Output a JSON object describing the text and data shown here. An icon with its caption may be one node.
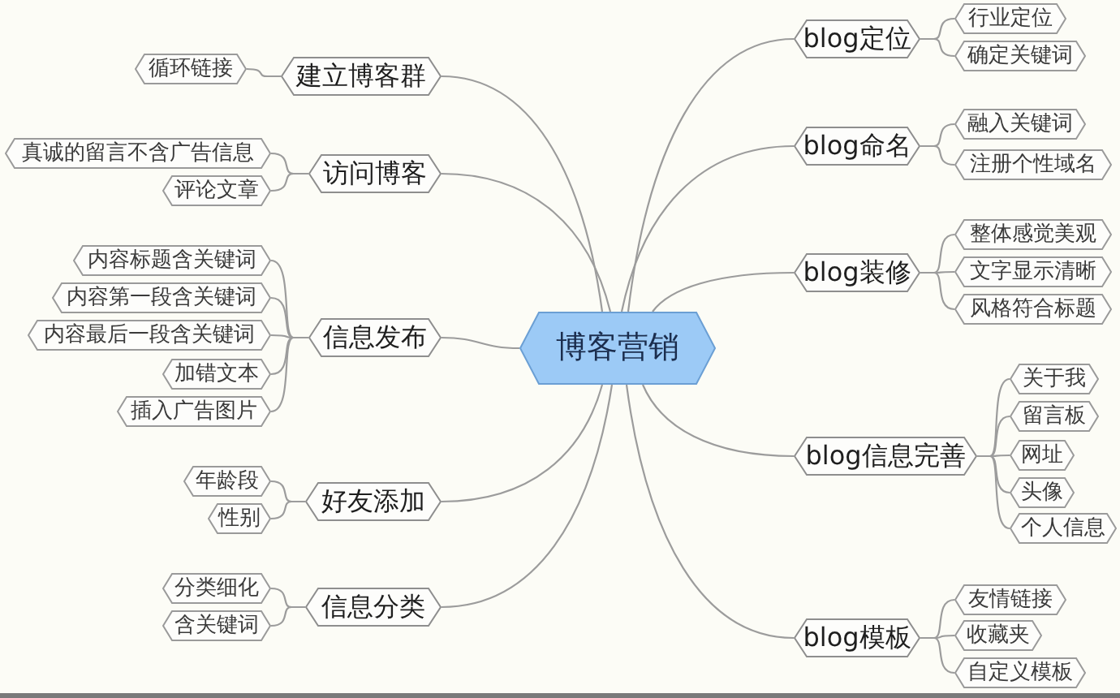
{
  "diagram": {
    "nodes": [
      {
        "text": [
          "博客营销"
        ]
      },
      {
        "text": [
          "blog定位"
        ]
      },
      {
        "text": [
          "行业定位"
        ]
      },
      {
        "text": [
          "确定关键词"
        ]
      },
      {
        "text": [
          "blog命名"
        ]
      },
      {
        "text": [
          "融入关键词"
        ]
      },
      {
        "text": [
          "注册个性域名"
        ]
      },
      {
        "text": [
          "blog装修"
        ]
      },
      {
        "text": [
          "整体感觉美观"
        ]
      },
      {
        "text": [
          "文字显示清晰"
        ]
      },
      {
        "text": [
          "风格符合标题"
        ]
      },
      {
        "text": [
          "blog信息完善"
        ]
      },
      {
        "text": [
          "关于我"
        ]
      },
      {
        "text": [
          "留言板"
        ]
      },
      {
        "text": [
          "网址"
        ]
      },
      {
        "text": [
          "头像"
        ]
      },
      {
        "text": [
          "个人信息"
        ]
      },
      {
        "text": [
          "blog模板"
        ]
      },
      {
        "text": [
          "友情链接"
        ]
      },
      {
        "text": [
          "收藏夹"
        ]
      },
      {
        "text": [
          "自定义模板"
        ]
      },
      {
        "text": [
          "建立博客群"
        ]
      },
      {
        "text": [
          "循环链接"
        ]
      },
      {
        "text": [
          "访问博客"
        ]
      },
      {
        "text": [
          "真诚的留言不含广告信息"
        ]
      },
      {
        "text": [
          "评论文章"
        ]
      },
      {
        "text": [
          "信息发布"
        ]
      },
      {
        "text": [
          "内容标题含关键词"
        ]
      },
      {
        "text": [
          "内容第一段含关键词"
        ]
      },
      {
        "text": [
          "内容最后一段含关键词"
        ]
      },
      {
        "text": [
          "加错文本"
        ]
      },
      {
        "text": [
          "插入广告图片"
        ]
      },
      {
        "text": [
          "好友添加"
        ]
      },
      {
        "text": [
          "年龄段"
        ]
      },
      {
        "text": [
          "性别"
        ]
      },
      {
        "text": [
          "信息分类"
        ]
      },
      {
        "text": [
          "分类细化"
        ]
      },
      {
        "text": [
          "含关键词"
        ]
      }
    ],
    "edges": [
      {
        "from": 0,
        "to": 1,
        "arrow": "none"
      },
      {
        "from": 1,
        "to": 2,
        "arrow": "none"
      },
      {
        "from": 1,
        "to": 3,
        "arrow": "none"
      },
      {
        "from": 0,
        "to": 4,
        "arrow": "none"
      },
      {
        "from": 4,
        "to": 5,
        "arrow": "none"
      },
      {
        "from": 4,
        "to": 6,
        "arrow": "none"
      },
      {
        "from": 0,
        "to": 7,
        "arrow": "none"
      },
      {
        "from": 7,
        "to": 8,
        "arrow": "none"
      },
      {
        "from": 7,
        "to": 9,
        "arrow": "none"
      },
      {
        "from": 7,
        "to": 10,
        "arrow": "none"
      },
      {
        "from": 0,
        "to": 11,
        "arrow": "none"
      },
      {
        "from": 11,
        "to": 12,
        "arrow": "none"
      },
      {
        "from": 11,
        "to": 13,
        "arrow": "none"
      },
      {
        "from": 11,
        "to": 14,
        "arrow": "none"
      },
      {
        "from": 11,
        "to": 15,
        "arrow": "none"
      },
      {
        "from": 11,
        "to": 16,
        "arrow": "none"
      },
      {
        "from": 0,
        "to": 17,
        "arrow": "none"
      },
      {
        "from": 17,
        "to": 18,
        "arrow": "none"
      },
      {
        "from": 17,
        "to": 19,
        "arrow": "none"
      },
      {
        "from": 17,
        "to": 20,
        "arrow": "none"
      },
      {
        "from": 0,
        "to": 21,
        "arrow": "none"
      },
      {
        "from": 21,
        "to": 22,
        "arrow": "none"
      },
      {
        "from": 0,
        "to": 23,
        "arrow": "none"
      },
      {
        "from": 23,
        "to": 24,
        "arrow": "none"
      },
      {
        "from": 23,
        "to": 25,
        "arrow": "none"
      },
      {
        "from": 0,
        "to": 26,
        "arrow": "none"
      },
      {
        "from": 26,
        "to": 27,
        "arrow": "none"
      },
      {
        "from": 26,
        "to": 28,
        "arrow": "none"
      },
      {
        "from": 26,
        "to": 29,
        "arrow": "none"
      },
      {
        "from": 26,
        "to": 30,
        "arrow": "none"
      },
      {
        "from": 26,
        "to": 31,
        "arrow": "none"
      },
      {
        "from": 0,
        "to": 32,
        "arrow": "none"
      },
      {
        "from": 32,
        "to": 33,
        "arrow": "none"
      },
      {
        "from": 32,
        "to": 34,
        "arrow": "none"
      },
      {
        "from": 0,
        "to": 35,
        "arrow": "none"
      },
      {
        "from": 35,
        "to": 36,
        "arrow": "none"
      },
      {
        "from": 35,
        "to": 37,
        "arrow": "none"
      }
    ]
  }
}
